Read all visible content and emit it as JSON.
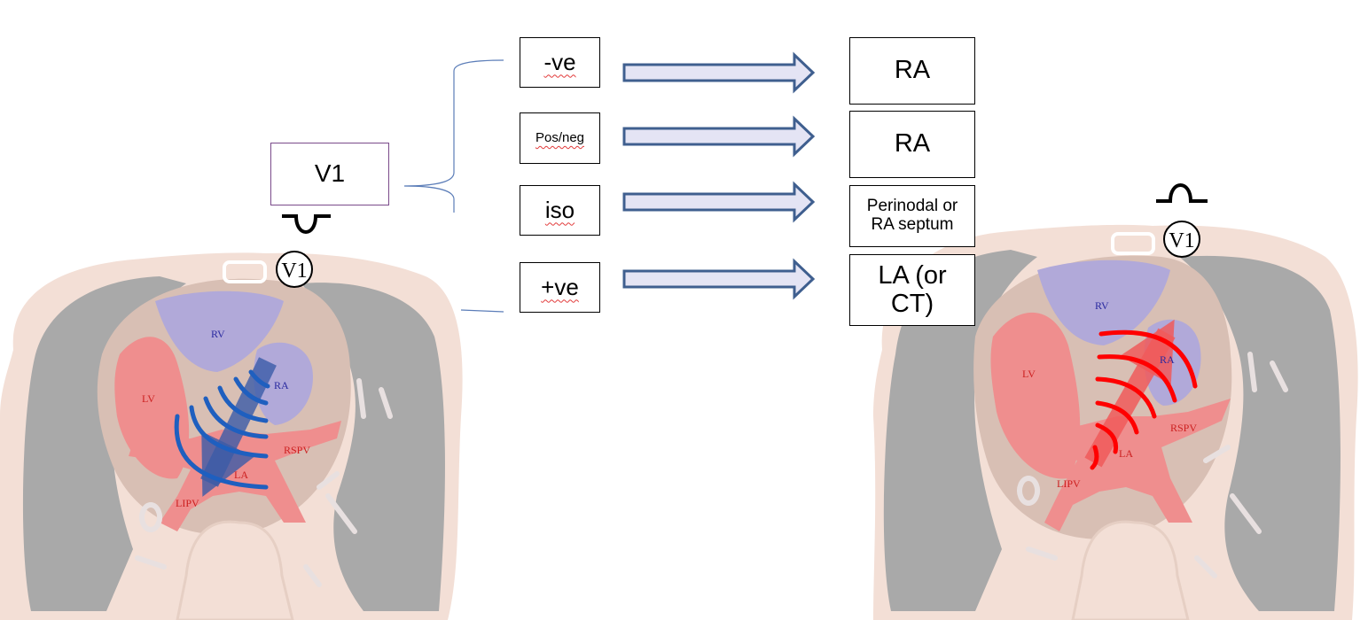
{
  "lead": {
    "label": "V1",
    "electrode_label": "V1"
  },
  "morphologies": [
    {
      "id": "neg",
      "label": "-ve",
      "result": "RA"
    },
    {
      "id": "posneg",
      "label": "Pos/neg",
      "result": "RA"
    },
    {
      "id": "iso",
      "label": "iso",
      "result": "Perinodal or RA septum"
    },
    {
      "id": "pos",
      "label": "+ve",
      "result": "LA (or CT)"
    }
  ],
  "left_anatomy": {
    "electrode_label": "V1",
    "chambers": {
      "rv": "RV",
      "ra": "RA",
      "lv": "LV",
      "la": "LA",
      "rspv": "RSPV",
      "lipv": "LIPV"
    }
  },
  "right_anatomy": {
    "electrode_label": "V1",
    "chambers": {
      "rv": "RV",
      "ra": "RA",
      "lv": "LV",
      "la": "LA",
      "rspv": "RSPV",
      "lipv": "LIPV"
    }
  },
  "colors": {
    "away_arrow": "#3b5ba8",
    "toward_arrow": "#f05a5a",
    "wave_blue": "#1f5fbf",
    "wave_red": "#ff0000",
    "box_arrow_fill": "#e4e4f4",
    "box_arrow_stroke": "#3f5f8f",
    "lung": "#a9a9a9",
    "body": "#f3dfd6",
    "ventricle": "#b1a9d9",
    "atrium_red": "#ef8e8e"
  }
}
